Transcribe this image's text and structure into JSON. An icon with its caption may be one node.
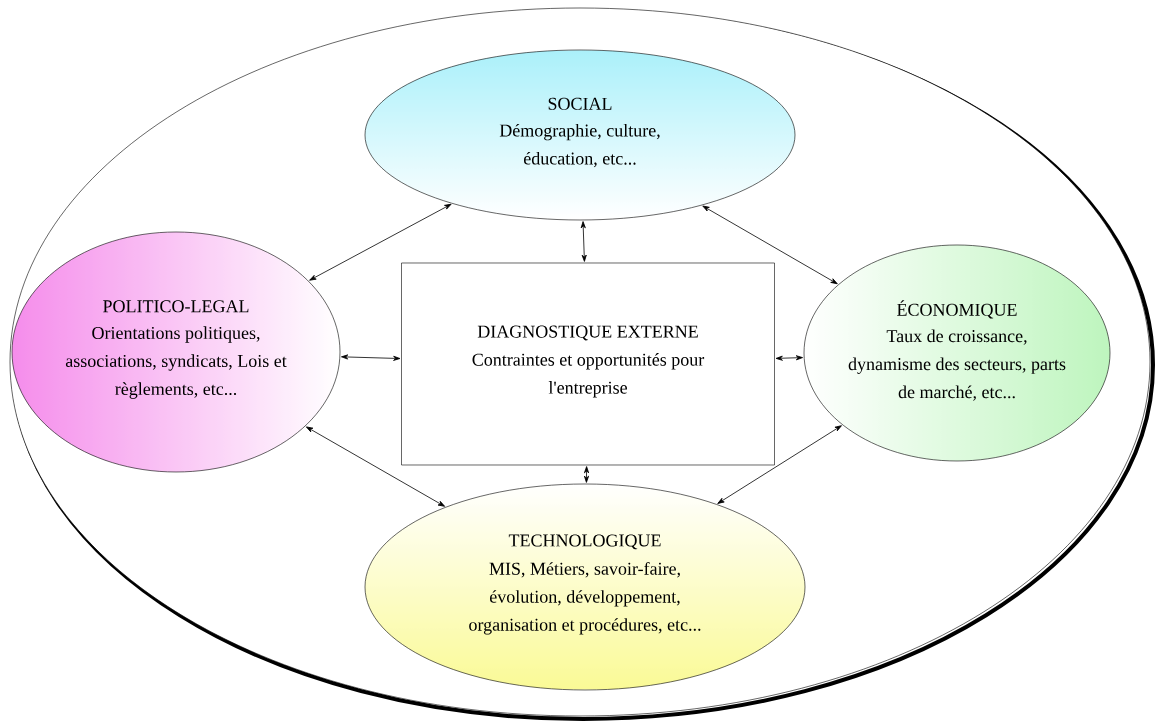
{
  "diagram": {
    "nodes": [
      {
        "text": [],
        "shape": "ellipse"
      },
      {
        "text": [
          "SOCIAL",
          "Démographie, culture, éducation, etc..."
        ],
        "in": 0
      },
      {
        "text": [
          "POLITICO-LEGAL",
          "Orientations politiques, associations, syndicats, Lois et règlements, etc..."
        ],
        "in": 0
      },
      {
        "text": [
          "DIAGNOSTIQUE EXTERNE",
          "Contraintes et opportunités pour l'entreprise"
        ],
        "in": 0
      },
      {
        "text": [
          "ÉCONOMIQUE",
          "Taux de croissance, dynamisme des secteurs, parts de marché, etc..."
        ],
        "in": 0
      },
      {
        "text": [
          "TECHNOLOGIQUE",
          "MIS, Métiers, savoir-faire, évolution, développement, organisation et procédures, etc..."
        ],
        "in": 0
      }
    ],
    "edges": [
      {
        "from": 1,
        "to": 2,
        "arrow": "both"
      },
      {
        "from": 1,
        "to": 3,
        "arrow": "both"
      },
      {
        "from": 1,
        "to": 4,
        "arrow": "both"
      },
      {
        "from": 2,
        "to": 3,
        "arrow": "both"
      },
      {
        "from": 3,
        "to": 4,
        "arrow": "both"
      },
      {
        "from": 3,
        "to": 5,
        "arrow": "both"
      },
      {
        "from": 2,
        "to": 5,
        "arrow": "both"
      },
      {
        "from": 4,
        "to": 5,
        "arrow": "both"
      }
    ]
  }
}
